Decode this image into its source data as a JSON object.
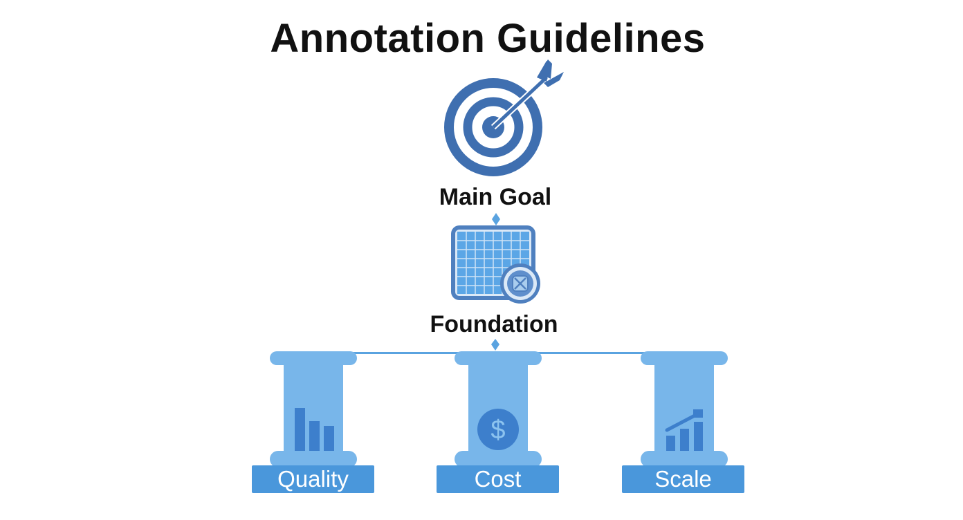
{
  "title": "Annotation Guidelines",
  "nodes": {
    "main_goal": {
      "label": "Main Goal",
      "icon": "target-arrow-icon"
    },
    "foundation": {
      "label": "Foundation",
      "icon": "grid-panel-icon"
    }
  },
  "pillars": [
    {
      "label": "Quality",
      "icon": "bar-chart-icon"
    },
    {
      "label": "Cost",
      "icon": "dollar-coin-icon"
    },
    {
      "label": "Scale",
      "icon": "growth-chart-icon"
    }
  ],
  "colors": {
    "target_blue": "#3f6fb0",
    "pillar_light": "#78b6ea",
    "pillar_base": "#4a97db",
    "icon_dark": "#3d7fcc",
    "connector": "#5aa3e0",
    "text": "#111111"
  }
}
